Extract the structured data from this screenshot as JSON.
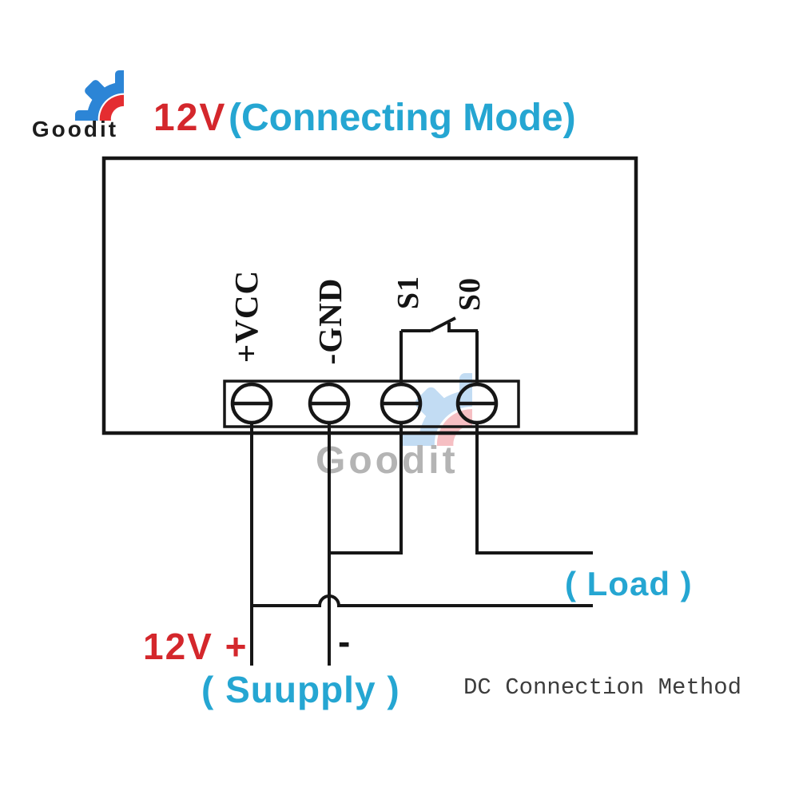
{
  "brand": {
    "name": "Goodit"
  },
  "title": {
    "voltage": "12V",
    "mode": "(Connecting Mode)"
  },
  "watermark": {
    "text": "Goodit"
  },
  "device": {
    "terminal_labels": [
      "+VCC",
      "-GND",
      "S1",
      "S0"
    ]
  },
  "annotations": {
    "supply_positive": "12V +",
    "supply_negative": "-",
    "supply_label": "( Suupply )",
    "load_label": "( Load )",
    "caption": "DC Connection Method"
  },
  "colors": {
    "red": "#d4272c",
    "cyan": "#25a6d2",
    "logo_blue": "#2c85d6",
    "logo_red": "#e42d31",
    "line": "#161616",
    "wm_blue": "#c2dcf3",
    "wm_pink": "#f6bfc3",
    "wm_gray": "#b4b4b4",
    "caption": "#3d3d3d"
  }
}
